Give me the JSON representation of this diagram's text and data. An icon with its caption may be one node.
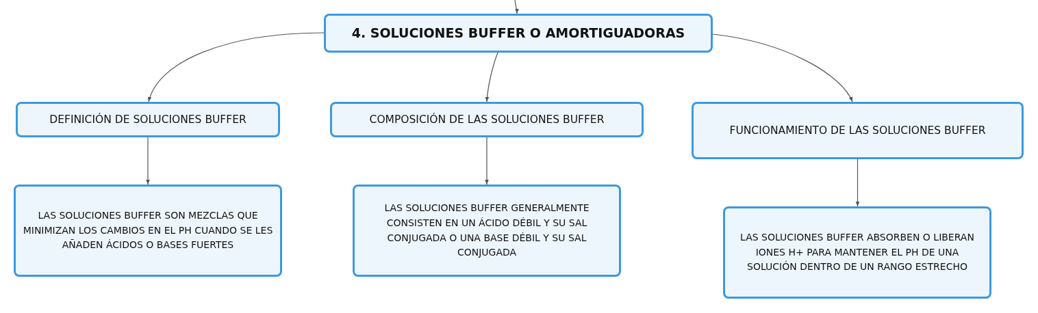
{
  "diagram": {
    "nodes": [
      {
        "text": [
          "4. SOLUCIONES BUFFER O AMORTIGUADORAS"
        ]
      },
      {
        "text": [
          "DEFINICIÓN DE SOLUCIONES BUFFER"
        ]
      },
      {
        "text": [
          "COMPOSICIÓN DE LAS SOLUCIONES BUFFER"
        ]
      },
      {
        "text": [
          "FUNCIONAMIENTO DE LAS SOLUCIONES BUFFER"
        ]
      },
      {
        "text": [
          "LAS SOLUCIONES BUFFER SON MEZCLAS QUE MINIMIZAN LOS CAMBIOS EN EL PH CUANDO SE LES AÑADEN ÁCIDOS O BASES FUERTES"
        ]
      },
      {
        "text": [
          "LAS SOLUCIONES BUFFER GENERALMENTE CONSISTEN EN UN ÁCIDO DÉBIL Y SU SAL CONJUGADA O UNA BASE DÉBIL Y SU SAL CONJUGADA"
        ]
      },
      {
        "text": [
          "LAS SOLUCIONES BUFFER ABSORBEN O LIBERAN IONES H+ PARA MANTENER EL PH DE UNA SOLUCIÓN DENTRO DE UN RANGO ESTRECHO"
        ]
      }
    ],
    "edges": [
      {
        "from": null,
        "to": 0,
        "arrow": "to"
      },
      {
        "from": 0,
        "to": 1,
        "arrow": "to"
      },
      {
        "from": 0,
        "to": 2,
        "arrow": "to"
      },
      {
        "from": 0,
        "to": 3,
        "arrow": "to"
      },
      {
        "from": 1,
        "to": 4,
        "arrow": "to"
      },
      {
        "from": 2,
        "to": 5,
        "arrow": "to"
      },
      {
        "from": 3,
        "to": 6,
        "arrow": "to"
      }
    ]
  }
}
